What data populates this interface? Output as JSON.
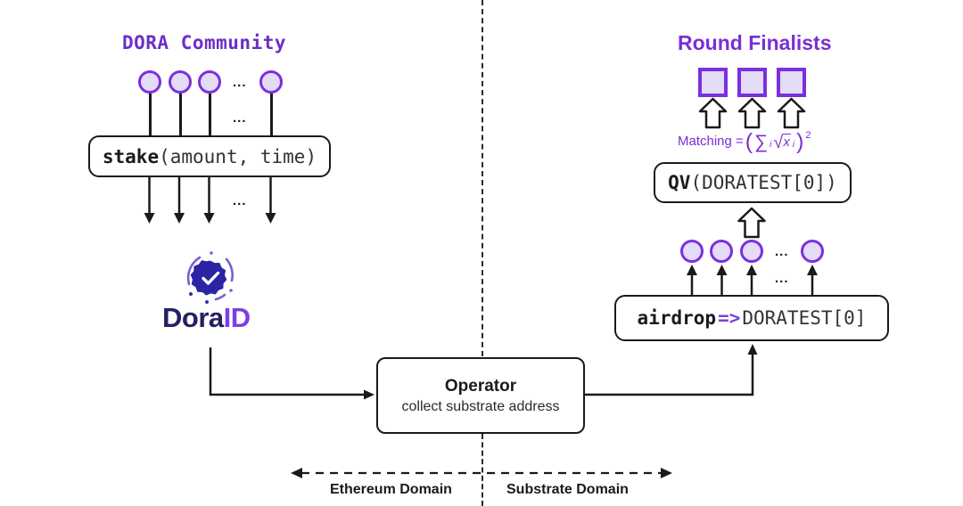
{
  "diagram": {
    "title": "DORA community staking and quadratic voting flow",
    "colors": {
      "purple": "#7b2fe0",
      "purple_text": "#7a2fd4",
      "purple_mono_title": "#6b2fc9",
      "token_fill": "#e4dcf6",
      "navy": "#232163",
      "ink": "#1a1a1a"
    }
  },
  "left": {
    "heading": "DORA Community",
    "tokens_ellipsis": "...",
    "stream_ellipsis": "...",
    "out_ellipsis": "...",
    "stake_box": {
      "fn": "stake",
      "args": "(amount, time)"
    },
    "identity": {
      "brand_part1": "Dora",
      "brand_part2": "ID",
      "badge_icon": "verified-badge-icon"
    }
  },
  "right": {
    "heading": "Round Finalists",
    "formula": {
      "label": "Matching =",
      "open_paren": "(",
      "sigma": "∑",
      "sigma_sub": "i",
      "radical": "√",
      "radicand": "x",
      "radicand_sub": "i",
      "close_paren": ")",
      "exponent": "2",
      "plain": "Matching = (∑i√xi)²"
    },
    "qv_box": {
      "fn": "QV",
      "args": "(DORATEST[0])"
    },
    "airdrop_box": {
      "fn": "airdrop",
      "operator": "=>",
      "target": "DORATEST[0]"
    },
    "tokens_ellipsis": "...",
    "stream_ellipsis": "..."
  },
  "operator": {
    "title": "Operator",
    "subtitle": "collect substrate address"
  },
  "domains": {
    "left_label": "Ethereum Domain",
    "right_label": "Substrate Domain"
  }
}
